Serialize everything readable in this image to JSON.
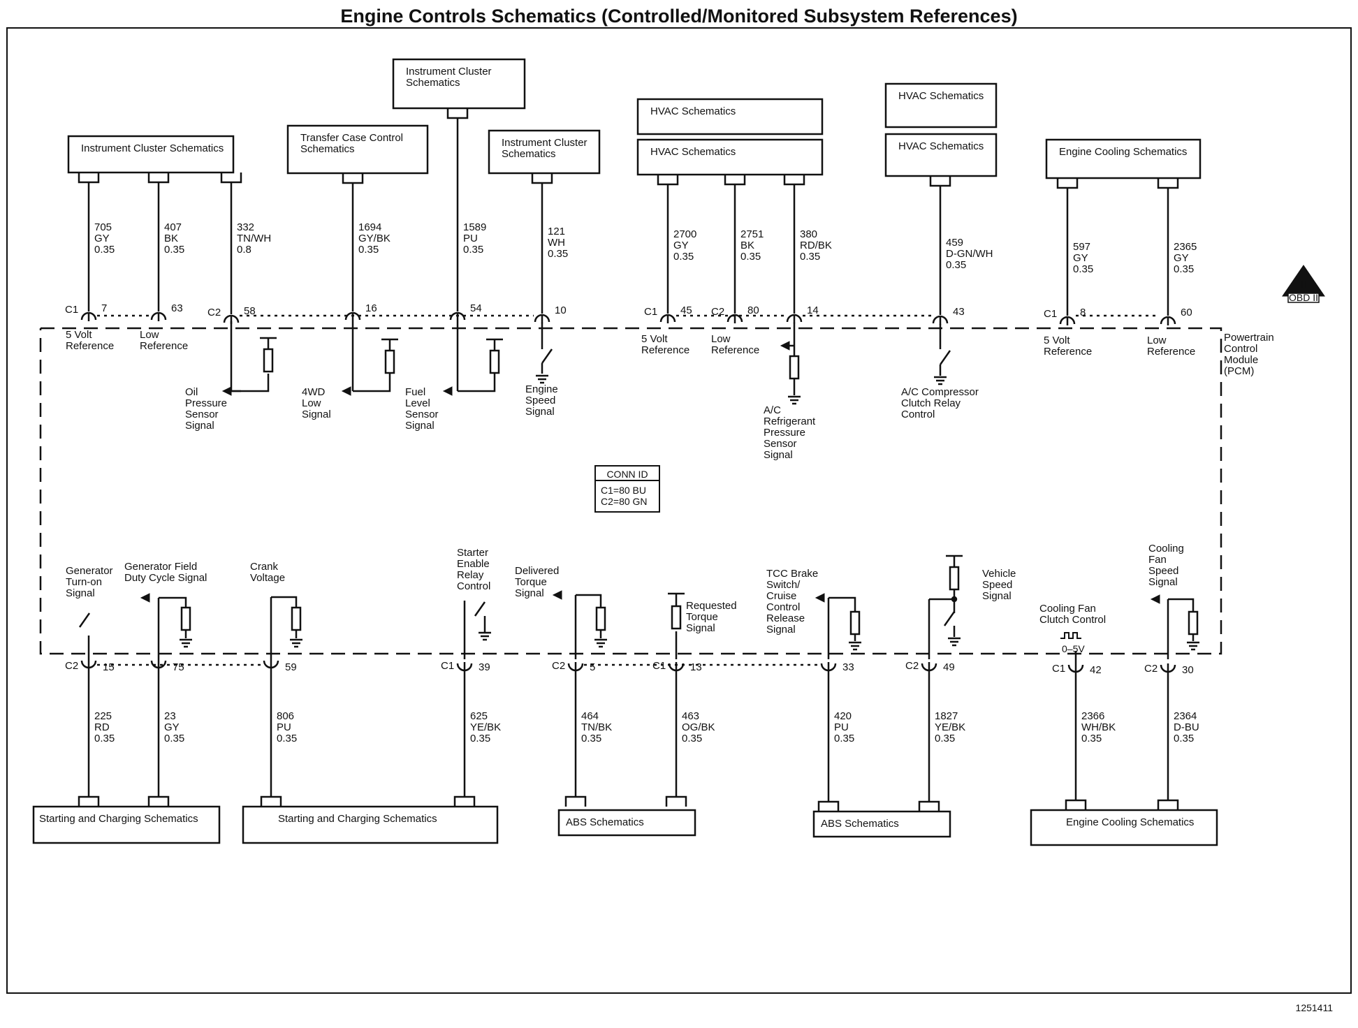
{
  "title": "Engine Controls Schematics (Controlled/Monitored Subsystem References)",
  "figure_id": "1251411",
  "module_label": [
    "Powertrain",
    "Control",
    "Module",
    "(PCM)"
  ],
  "obd_badge": {
    "top": "II",
    "bottom": "OBD II"
  },
  "conn_id": {
    "header": "CONN ID",
    "lines": [
      "C1=80 BU",
      "C2=80 GN"
    ]
  },
  "waveform_label": "0–5V",
  "top_boxes": [
    {
      "name": "instrument-cluster-box-1",
      "lines": [
        "Instrument Cluster Schematics"
      ]
    },
    {
      "name": "transfer-case-box",
      "lines": [
        "Transfer Case Control",
        "Schematics"
      ]
    },
    {
      "name": "instrument-cluster-box-2",
      "lines": [
        "Instrument Cluster",
        "Schematics"
      ]
    },
    {
      "name": "instrument-cluster-box-3",
      "lines": [
        "Instrument Cluster",
        "Schematics"
      ]
    },
    {
      "name": "hvac-box-1",
      "lines": [
        "HVAC Schematics"
      ]
    },
    {
      "name": "hvac-box-2",
      "lines": [
        "HVAC Schematics"
      ]
    },
    {
      "name": "hvac-box-3",
      "lines": [
        "HVAC Schematics"
      ]
    },
    {
      "name": "hvac-box-4",
      "lines": [
        "HVAC Schematics"
      ]
    },
    {
      "name": "engine-cooling-box-top",
      "lines": [
        "Engine Cooling Schematics"
      ]
    }
  ],
  "bottom_boxes": [
    {
      "name": "starting-charging-box-1",
      "lines": [
        "Starting and Charging Schematics"
      ]
    },
    {
      "name": "starting-charging-box-2",
      "lines": [
        "Starting and Charging Schematics"
      ]
    },
    {
      "name": "abs-box-1",
      "lines": [
        "ABS Schematics"
      ]
    },
    {
      "name": "abs-box-2",
      "lines": [
        "ABS Schematics"
      ]
    },
    {
      "name": "engine-cooling-box-bottom",
      "lines": [
        "Engine Cooling Schematics"
      ]
    }
  ],
  "top_circuits": [
    {
      "conn": "C1",
      "pin": "7",
      "wire": [
        "705",
        "GY",
        "0.35"
      ],
      "signal": [
        "5 Volt",
        "Reference"
      ]
    },
    {
      "conn": "",
      "pin": "63",
      "wire": [
        "407",
        "BK",
        "0.35"
      ],
      "signal": [
        "Low",
        "Reference"
      ]
    },
    {
      "conn": "C2",
      "pin": "58",
      "wire": [
        "332",
        "TN/WH",
        "0.8"
      ],
      "signal": [
        "Oil",
        "Pressure",
        "Sensor",
        "Signal"
      ]
    },
    {
      "conn": "",
      "pin": "16",
      "wire": [
        "1694",
        "GY/BK",
        "0.35"
      ],
      "signal": [
        "4WD",
        "Low",
        "Signal"
      ]
    },
    {
      "conn": "",
      "pin": "54",
      "wire": [
        "1589",
        "PU",
        "0.35"
      ],
      "signal": [
        "Fuel",
        "Level",
        "Sensor",
        "Signal"
      ]
    },
    {
      "conn": "",
      "pin": "10",
      "wire": [
        "121",
        "WH",
        "0.35"
      ],
      "signal": [
        "Engine",
        "Speed",
        "Signal"
      ]
    },
    {
      "conn": "C1",
      "pin": "45",
      "wire": [
        "2700",
        "GY",
        "0.35"
      ],
      "signal": [
        "5 Volt",
        "Reference"
      ]
    },
    {
      "conn": "C2",
      "pin": "80",
      "wire": [
        "2751",
        "BK",
        "0.35"
      ],
      "signal": [
        "Low",
        "Reference"
      ]
    },
    {
      "conn": "",
      "pin": "14",
      "wire": [
        "380",
        "RD/BK",
        "0.35"
      ],
      "signal": [
        "A/C",
        "Refrigerant",
        "Pressure",
        "Sensor",
        "Signal"
      ]
    },
    {
      "conn": "",
      "pin": "43",
      "wire": [
        "459",
        "D-GN/WH",
        "0.35"
      ],
      "signal": [
        "A/C Compressor",
        "Clutch Relay",
        "Control"
      ]
    },
    {
      "conn": "C1",
      "pin": "8",
      "wire": [
        "597",
        "GY",
        "0.35"
      ],
      "signal": [
        "5 Volt",
        "Reference"
      ]
    },
    {
      "conn": "",
      "pin": "60",
      "wire": [
        "2365",
        "GY",
        "0.35"
      ],
      "signal": [
        "Low",
        "Reference"
      ]
    }
  ],
  "bottom_circuits": [
    {
      "conn": "C2",
      "pin": "15",
      "wire": [
        "225",
        "RD",
        "0.35"
      ],
      "signal": [
        "Generator",
        "Turn-on",
        "Signal"
      ]
    },
    {
      "conn": "",
      "pin": "75",
      "wire": [
        "23",
        "GY",
        "0.35"
      ],
      "signal": [
        "Generator Field",
        "Duty Cycle Signal"
      ]
    },
    {
      "conn": "",
      "pin": "59",
      "wire": [
        "806",
        "PU",
        "0.35"
      ],
      "signal": [
        "Crank",
        "Voltage"
      ]
    },
    {
      "conn": "C1",
      "pin": "39",
      "wire": [
        "625",
        "YE/BK",
        "0.35"
      ],
      "signal": [
        "Starter",
        "Enable",
        "Relay",
        "Control"
      ]
    },
    {
      "conn": "C2",
      "pin": "5",
      "wire": [
        "464",
        "TN/BK",
        "0.35"
      ],
      "signal": [
        "Delivered",
        "Torque",
        "Signal"
      ]
    },
    {
      "conn": "C1",
      "pin": "13",
      "wire": [
        "463",
        "OG/BK",
        "0.35"
      ],
      "signal": [
        "Requested",
        "Torque",
        "Signal"
      ]
    },
    {
      "conn": "",
      "pin": "33",
      "wire": [
        "420",
        "PU",
        "0.35"
      ],
      "signal": [
        "TCC Brake",
        "Switch/",
        "Cruise",
        "Control",
        "Release",
        "Signal"
      ]
    },
    {
      "conn": "C2",
      "pin": "49",
      "wire": [
        "1827",
        "YE/BK",
        "0.35"
      ],
      "signal": [
        "Vehicle",
        "Speed",
        "Signal"
      ]
    },
    {
      "conn": "C1",
      "pin": "42",
      "wire": [
        "2366",
        "WH/BK",
        "0.35"
      ],
      "signal": [
        "Cooling Fan",
        "Clutch Control"
      ]
    },
    {
      "conn": "C2",
      "pin": "30",
      "wire": [
        "2364",
        "D-BU",
        "0.35"
      ],
      "signal": [
        "Cooling",
        "Fan",
        "Speed",
        "Signal"
      ]
    }
  ]
}
